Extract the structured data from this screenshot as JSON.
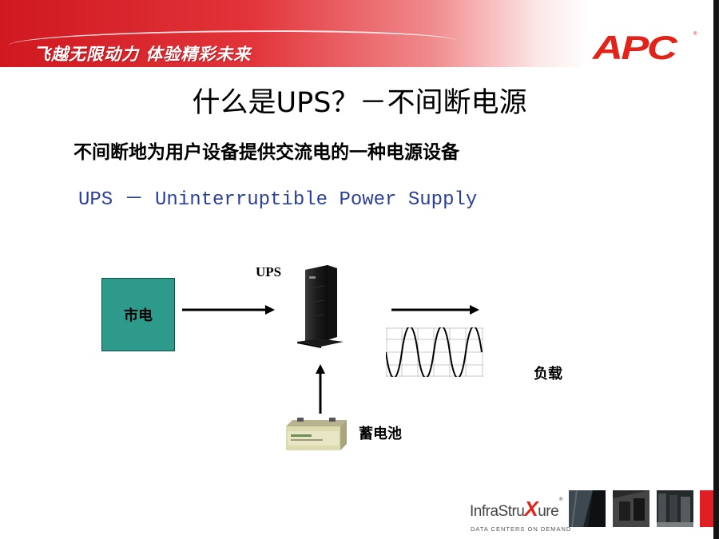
{
  "header": {
    "slogan": "飞越无限动力  体验精彩未来",
    "logo_text": "APC",
    "logo_reg": "®",
    "brand_color": "#e2231a"
  },
  "slide": {
    "title": "什么是UPS？－不间断电源",
    "subtitle": "不间断地为用户设备提供交流电的一种电源设备",
    "definition": "UPS － Uninterruptible Power Supply"
  },
  "diagram": {
    "mains_label": "市电",
    "ups_label": "UPS",
    "load_label": "负载",
    "battery_label": "蓄电池",
    "icons": [
      "right-arrow-icon",
      "ups-tower-icon",
      "sine-wave-icon",
      "up-arrow-icon",
      "battery-icon"
    ]
  },
  "footer": {
    "brand_name_left": "InfraStru",
    "brand_name_mid": "X",
    "brand_name_right": "ure",
    "brand_mark": "®",
    "tagline": "DATA CENTERS ON DEMAND"
  }
}
